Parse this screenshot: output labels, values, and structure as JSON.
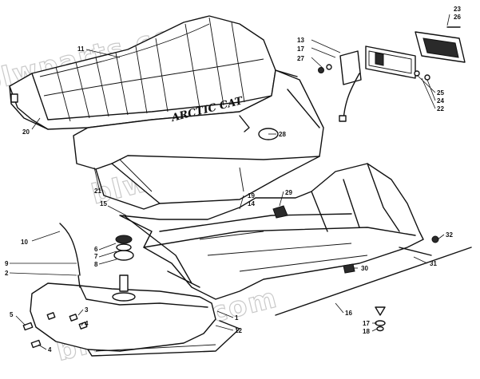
{
  "watermark": "blwparts.com",
  "brand_text": "ARCTIC CAT",
  "labels": [
    "23",
    "26",
    "13",
    "17",
    "27",
    "11",
    "25",
    "24",
    "22",
    "20",
    "28",
    "21",
    "19",
    "14",
    "29",
    "15",
    "10",
    "6",
    "7",
    "8",
    "9",
    "2",
    "32",
    "31",
    "30",
    "3",
    "4",
    "5",
    "1",
    "12",
    "16",
    "17",
    "18",
    "4"
  ]
}
